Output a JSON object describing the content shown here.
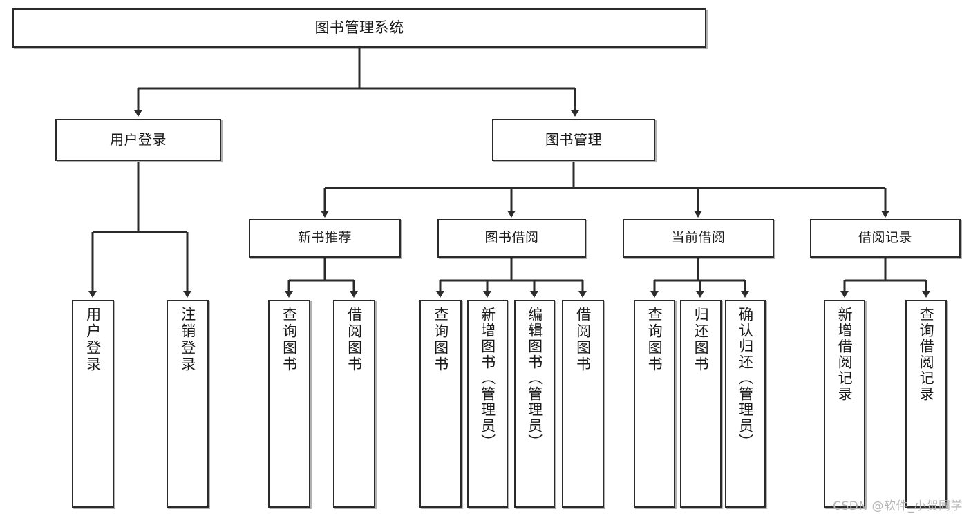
{
  "diagram": {
    "title": "图书管理系统",
    "type": "hierarchy-tree",
    "watermark": "CSDN @软件_小贺同学",
    "colors": {
      "background": "#ffffff",
      "border": "#2b2b2b",
      "line": "#2b2b2b",
      "text": "#1a1a1a",
      "watermark": "#b6b6b6"
    },
    "root": {
      "label": "图书管理系统"
    },
    "level1": [
      {
        "label": "用户登录"
      },
      {
        "label": "图书管理"
      }
    ],
    "level2": [
      {
        "label": "新书推荐"
      },
      {
        "label": "图书借阅"
      },
      {
        "label": "当前借阅"
      },
      {
        "label": "借阅记录"
      }
    ],
    "leaves": {
      "user_login": [
        {
          "label": "用户登录"
        },
        {
          "label": "注销登录"
        }
      ],
      "new_book_recommend": [
        {
          "label": "查询图书"
        },
        {
          "label": "借阅图书"
        }
      ],
      "book_borrow": [
        {
          "label": "查询图书"
        },
        {
          "label": "新增图书（管理员）"
        },
        {
          "label": "编辑图书（管理员）"
        },
        {
          "label": "借阅图书"
        }
      ],
      "current_borrow": [
        {
          "label": "查询图书"
        },
        {
          "label": "归还图书"
        },
        {
          "label": "确认归还（管理员）"
        }
      ],
      "borrow_record": [
        {
          "label": "新增借阅记录"
        },
        {
          "label": "查询借阅记录"
        }
      ]
    }
  }
}
